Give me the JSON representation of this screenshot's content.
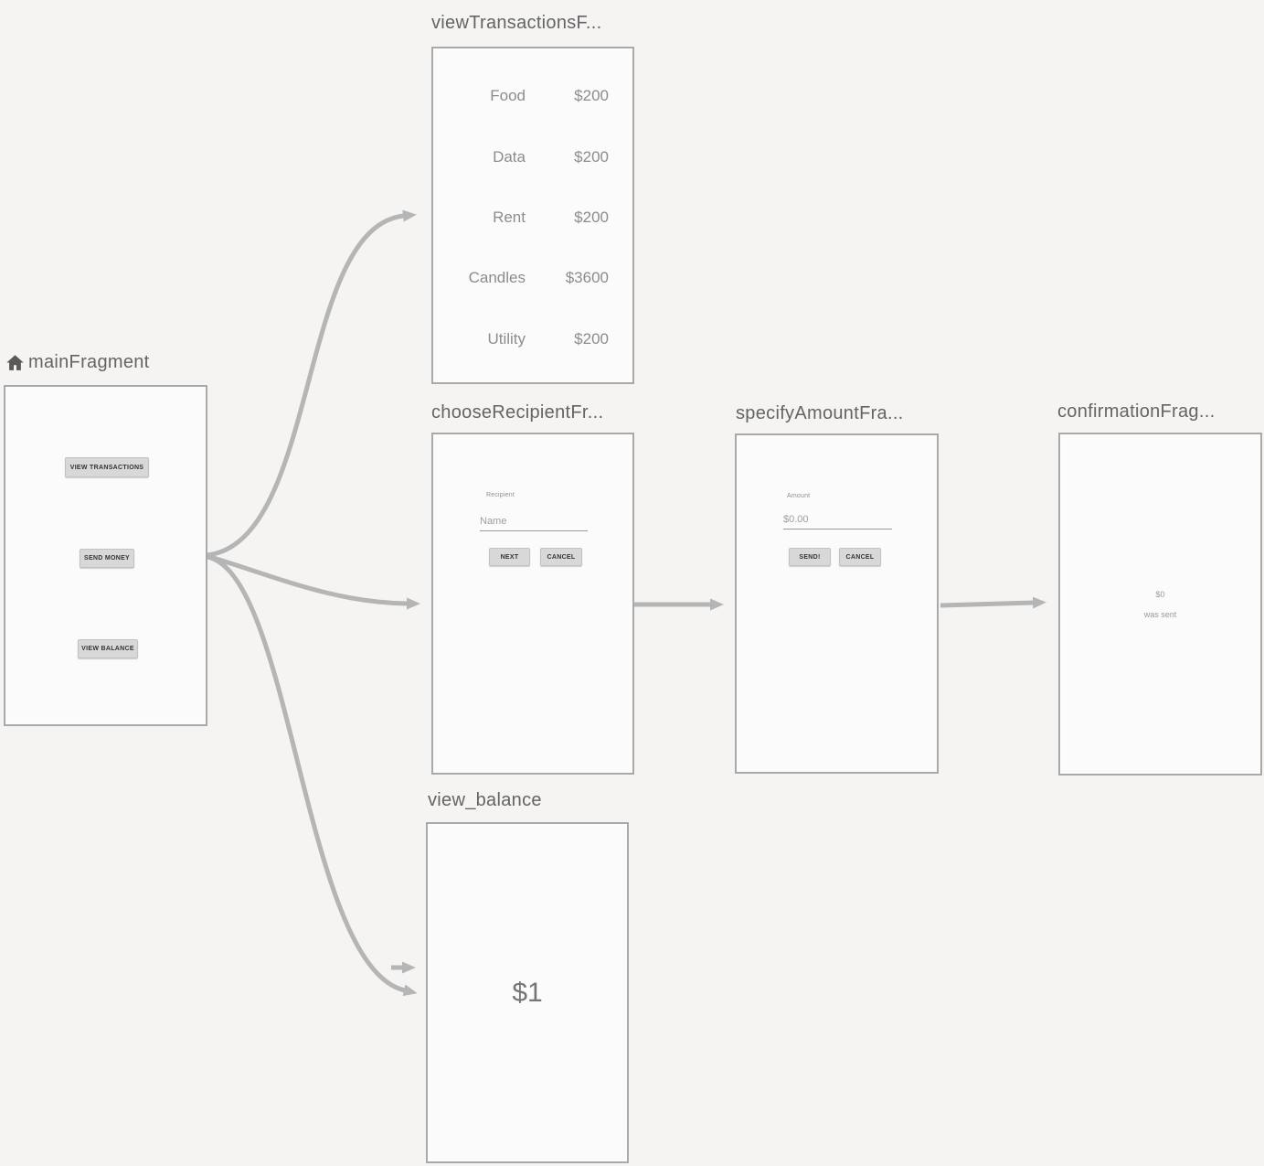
{
  "colors": {
    "canvas_bg": "#f5f4f3",
    "card_bg": "#fbfbfb",
    "card_border": "#a9a9a9",
    "title_text": "#646464",
    "content_text": "#8c8c8c",
    "button_bg": "#d8d8d8",
    "arrow": "#b5b5b5"
  },
  "fragments": {
    "main": {
      "title": "mainFragment",
      "icon": "home-icon",
      "buttons": {
        "view_transactions": "VIEW TRANSACTIONS",
        "send_money": "SEND MONEY",
        "view_balance": "VIEW BALANCE"
      }
    },
    "view_transactions": {
      "title": "viewTransactionsF...",
      "rows": [
        {
          "label": "Food",
          "amount": "$200"
        },
        {
          "label": "Data",
          "amount": "$200"
        },
        {
          "label": "Rent",
          "amount": "$200"
        },
        {
          "label": "Candles",
          "amount": "$3600"
        },
        {
          "label": "Utility",
          "amount": "$200"
        }
      ]
    },
    "choose_recipient": {
      "title": "chooseRecipientFr...",
      "field_label": "Recipient",
      "input_placeholder": "Name",
      "next_button": "NEXT",
      "cancel_button": "CANCEL"
    },
    "specify_amount": {
      "title": "specifyAmountFra...",
      "field_label": "Amount",
      "input_placeholder": "$0.00",
      "send_button": "SEND!",
      "cancel_button": "CANCEL"
    },
    "confirmation": {
      "title": "confirmationFrag...",
      "amount": "$0",
      "message": "was sent"
    },
    "view_balance": {
      "title": "view_balance",
      "balance": "$1"
    }
  }
}
